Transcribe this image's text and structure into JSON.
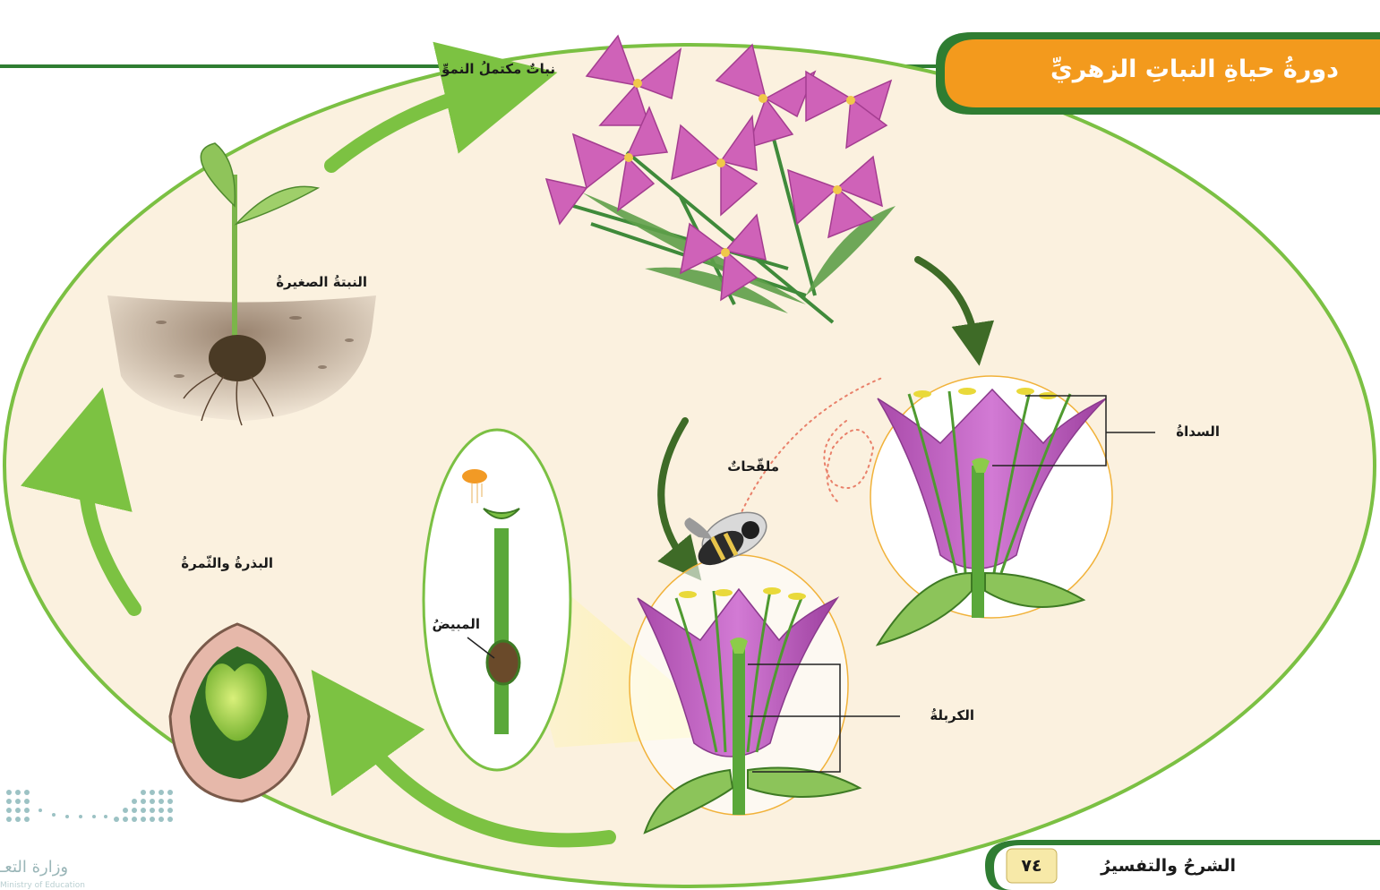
{
  "title": "دورةُ حياةِ النباتِ الزهريِّ",
  "colors": {
    "title_bg": "#f39a1d",
    "frame_green": "#2f7d32",
    "ellipse_fill": "#fbf1df",
    "ellipse_stroke": "#7bc043",
    "cycle_arrow": "#7cc242",
    "dark_arrow": "#3e6b27",
    "petal": "#c667c7",
    "stem": "#5aa83a",
    "soil": "#8a7360"
  },
  "labels": {
    "mature_plant": "نباتٌ مكتملُ النموِّ",
    "young_plant": "النبتةُ الصغيرةُ",
    "stamen": "السداةُ",
    "pollinators": "ملقّحاتٌ",
    "ovary": "المبيضُ",
    "carpel": "الكربلةُ",
    "seed_and_fruit": "البذرةُ والثّمرةُ"
  },
  "footer": {
    "section": "الشرحُ والتفسيرُ",
    "page_number": "٧٤"
  },
  "watermark": {
    "ministry_ar": "وزارة التعـ",
    "ministry_en": "Ministry of Education"
  },
  "icons": {
    "lily_cluster": "lily-flowers-icon",
    "seedling": "seedling-icon",
    "bee": "bee-icon",
    "seed": "seed-icon",
    "flower_cross_section": "flower-section-icon"
  }
}
